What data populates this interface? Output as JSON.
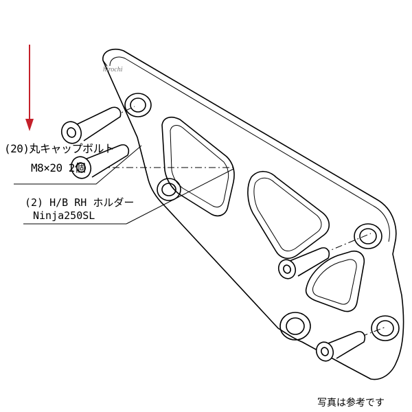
{
  "watermark": "hirochi",
  "callouts": {
    "bolt_line1": "(20)丸キャップボルト",
    "bolt_line2": "M8×20 2個",
    "holder_line1": "(2) H/B RH ホルダー",
    "holder_line2": "Ninja250SL"
  },
  "photo_note": "写真は参考です",
  "colors": {
    "pointer_arrow": "#c4202a",
    "line_art": "#000000",
    "background": "#ffffff"
  }
}
